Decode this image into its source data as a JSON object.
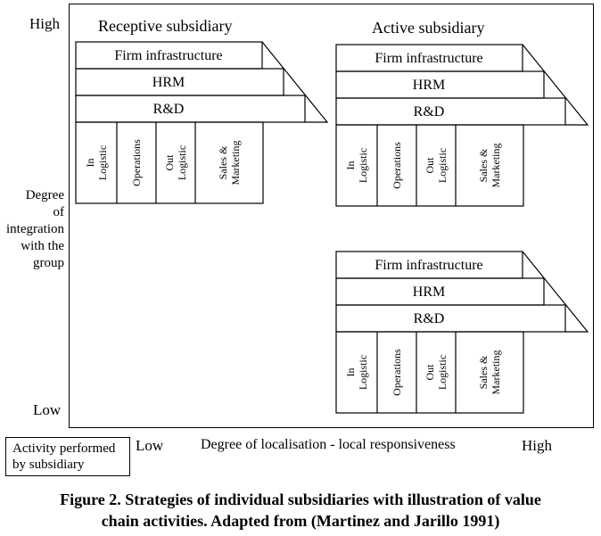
{
  "axes": {
    "y_high": "High",
    "y_label_lines": [
      "Degree",
      "of",
      "integration",
      "with the",
      "group"
    ],
    "y_low": "Low",
    "x_low": "Low",
    "x_label": "Degree of localisation - local responsiveness",
    "x_high": "High"
  },
  "legend": {
    "lines": [
      "Activity performed",
      "by subsidiary"
    ]
  },
  "quadrants": {
    "receptive": "Receptive subsidiary",
    "active": "Active subsidiary"
  },
  "value_chain": {
    "support": [
      "Firm infrastructure",
      "HRM",
      "R&D"
    ],
    "primary": [
      [
        "In",
        "Logistic"
      ],
      [
        "Operations"
      ],
      [
        "Out",
        "Logistic"
      ],
      [
        "Sales &",
        "Marketing"
      ]
    ]
  },
  "caption": {
    "line1": "Figure 2.  Strategies of individual subsidiaries with illustration of value",
    "line2": "chain activities. Adapted from (Martinez and Jarillo 1991)"
  }
}
